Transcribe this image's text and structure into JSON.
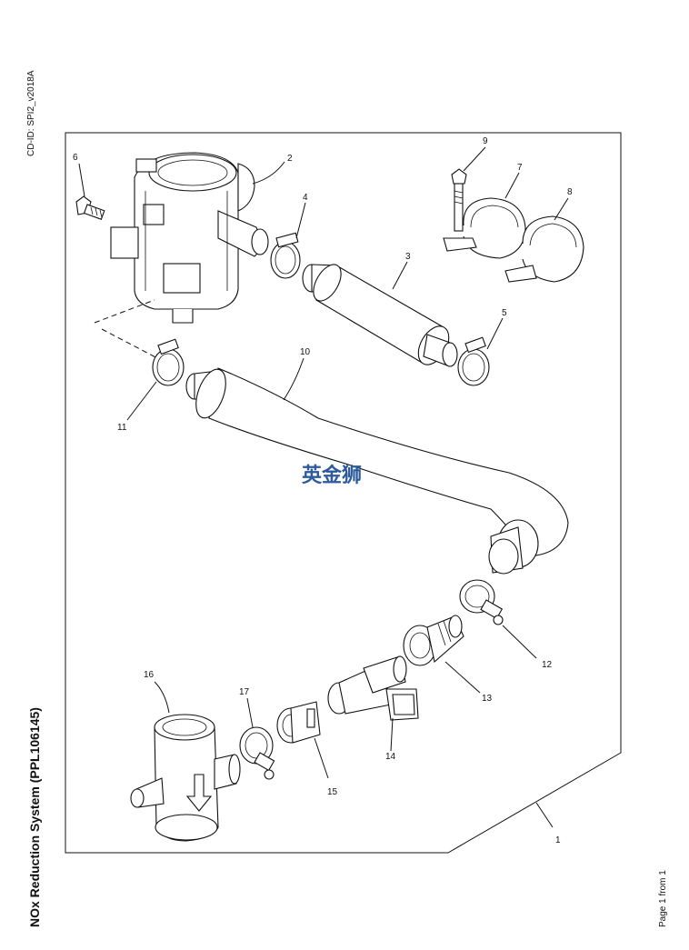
{
  "header": {
    "cd_id": "CD-ID: SPI2_v2018A",
    "title": "NOx Reduction System (PPL106145)",
    "page": "Page 1 from 1"
  },
  "watermark": "英金狮",
  "callouts": [
    "1",
    "2",
    "3",
    "4",
    "5",
    "6",
    "7",
    "8",
    "9",
    "10",
    "11",
    "12",
    "13",
    "14",
    "15",
    "16",
    "17"
  ],
  "colors": {
    "line": "#111111",
    "watermark": "#2d5a9a",
    "background": "#ffffff"
  }
}
